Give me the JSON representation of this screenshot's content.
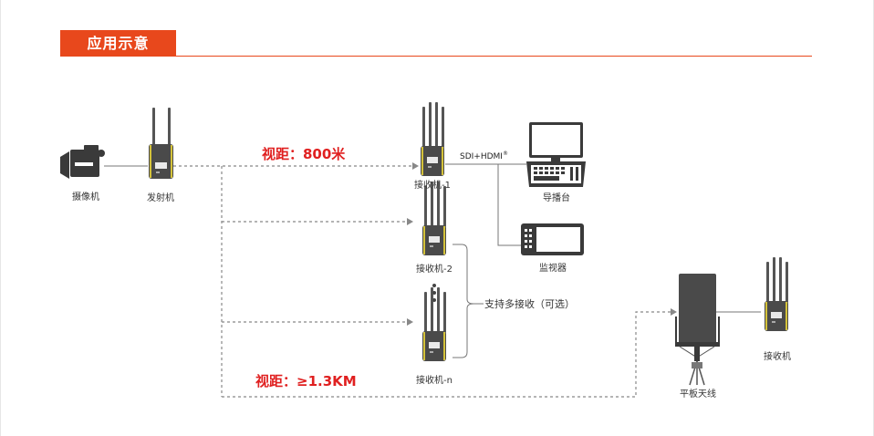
{
  "header": {
    "title": "应用示意"
  },
  "devices": {
    "camera": "摄像机",
    "transmitter": "发射机",
    "receiver_1": "接收机-1",
    "receiver_2": "接收机-2",
    "receiver_n": "接收机-n",
    "switcher": "导播台",
    "monitor": "监视器",
    "panel_antenna": "平板天线",
    "receiver_far": "接收机"
  },
  "link_labels": {
    "distance_short": "视距：800米",
    "distance_long": "视距：≥1.3KM",
    "sdi_hdmi": "SDI+HDMI",
    "multi_receive": "支持多接收（可选）"
  },
  "colors": {
    "accent": "#e8481c",
    "distance_text": "#e02020",
    "device_body": "#4a4a4a"
  }
}
